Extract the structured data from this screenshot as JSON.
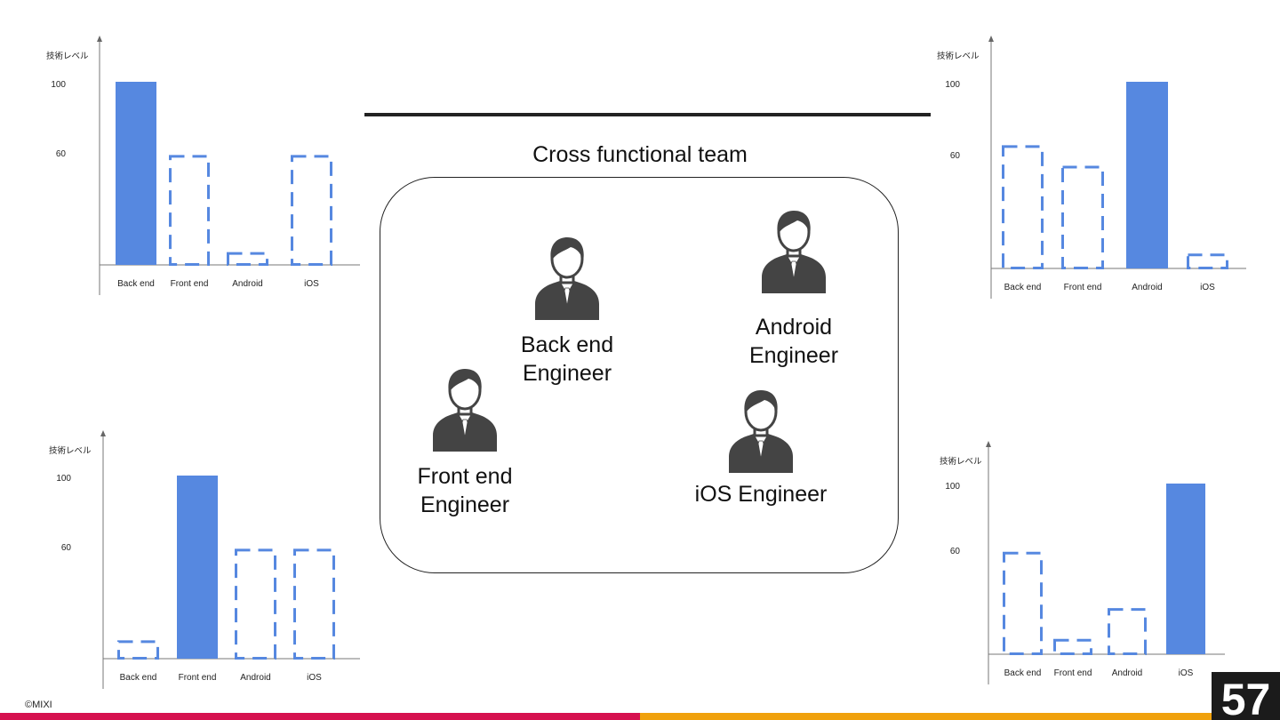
{
  "team": {
    "title": "Cross functional team",
    "members": [
      {
        "label": "Back end\nEngineer"
      },
      {
        "label": "Android\nEngineer"
      },
      {
        "label": "Front end\nEngineer"
      },
      {
        "label": "iOS Engineer"
      }
    ]
  },
  "footer": {
    "copyright": "©MIXI",
    "page_number": "57"
  },
  "colors": {
    "bar": "#5688e0",
    "footer_left": "#d6114f",
    "footer_right": "#f0a10c"
  },
  "chart_data": [
    {
      "type": "bar",
      "ylabel": "技術レベル",
      "yticks": [
        100,
        60
      ],
      "ylim": [
        0,
        100
      ],
      "categories": [
        "Back end",
        "Front end",
        "Android",
        "iOS"
      ],
      "values": [
        100,
        60,
        7,
        60
      ],
      "filled": [
        true,
        false,
        false,
        false
      ]
    },
    {
      "type": "bar",
      "ylabel": "技術レベル",
      "yticks": [
        100,
        60
      ],
      "ylim": [
        0,
        100
      ],
      "categories": [
        "Back end",
        "Front end",
        "Android",
        "iOS"
      ],
      "values": [
        66,
        55,
        100,
        8
      ],
      "filled": [
        false,
        false,
        true,
        false
      ]
    },
    {
      "type": "bar",
      "ylabel": "技術レベル",
      "yticks": [
        100,
        60
      ],
      "ylim": [
        0,
        100
      ],
      "categories": [
        "Back end",
        "Front end",
        "Android",
        "iOS"
      ],
      "values": [
        10,
        100,
        60,
        60
      ],
      "filled": [
        false,
        true,
        false,
        false
      ]
    },
    {
      "type": "bar",
      "ylabel": "技術レベル",
      "yticks": [
        100,
        60
      ],
      "ylim": [
        0,
        100
      ],
      "categories": [
        "Back end",
        "Front end",
        "Android",
        "iOS"
      ],
      "values": [
        60,
        9,
        27,
        100
      ],
      "filled": [
        false,
        false,
        false,
        true
      ]
    }
  ]
}
